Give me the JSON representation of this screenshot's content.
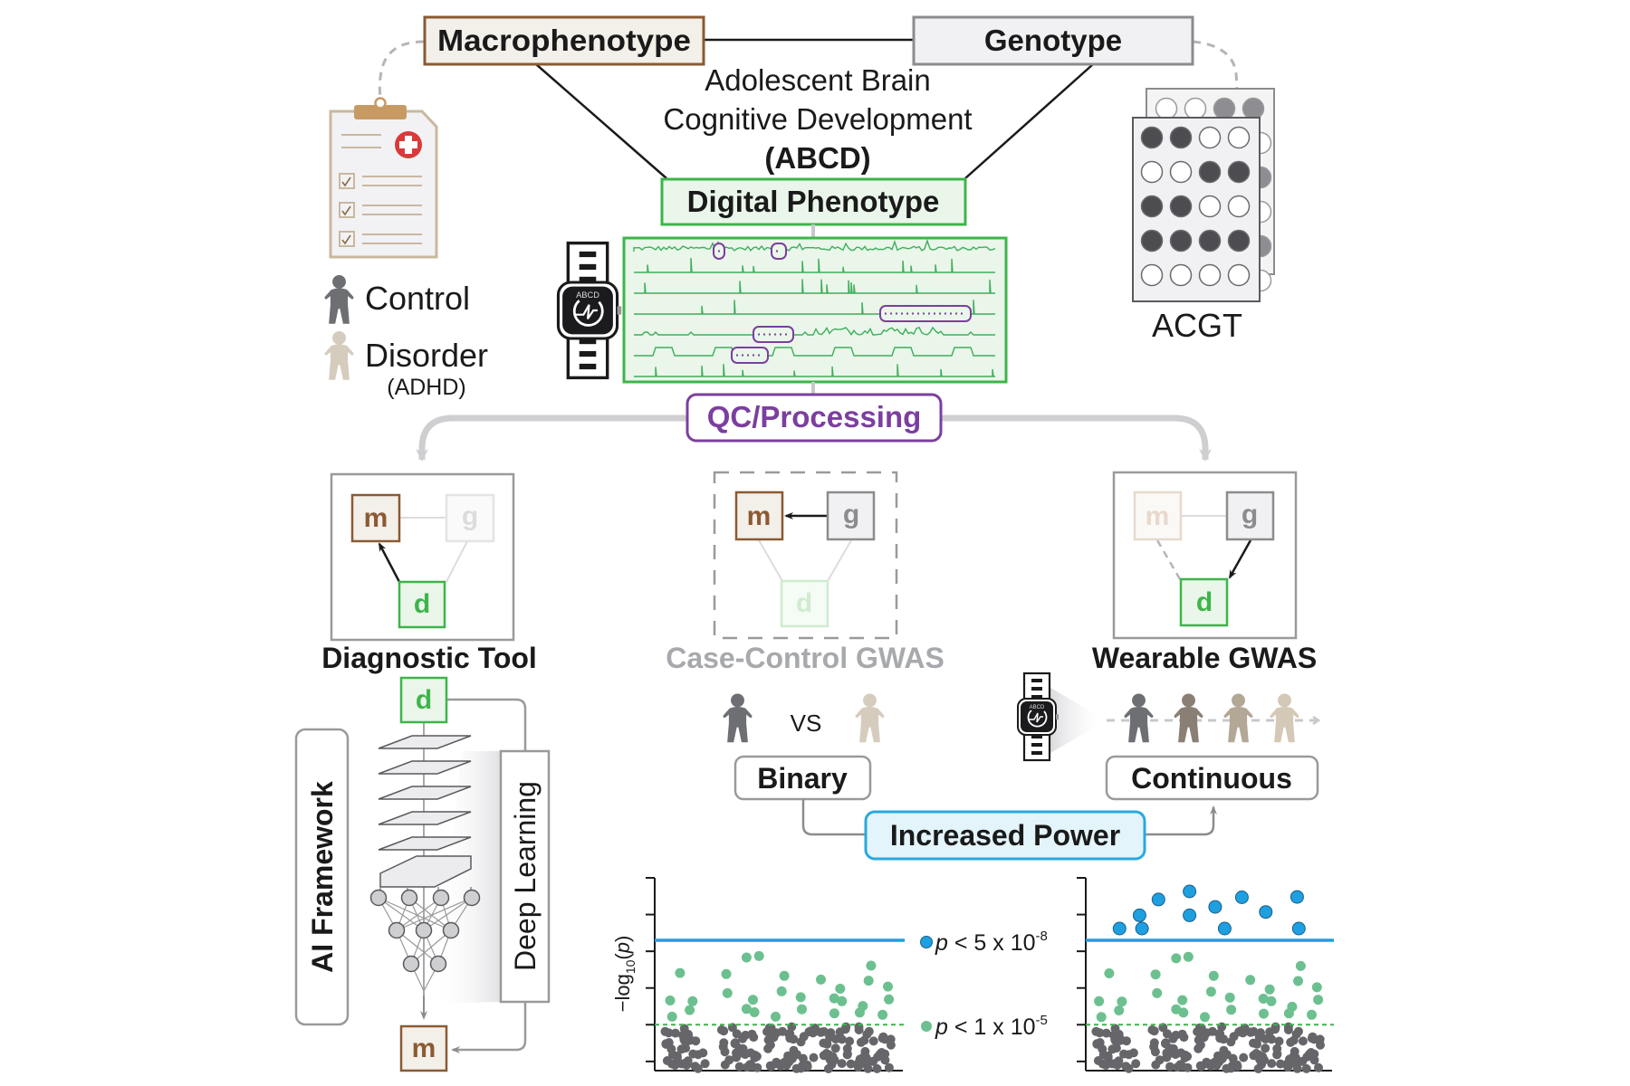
{
  "colors": {
    "macro_border": "#8b5a33",
    "macro_fill": "#f3efe9",
    "macro_text": "#8b5a33",
    "geno_border": "#8c8c8f",
    "geno_fill": "#f1f1f3",
    "digital_border": "#3db54a",
    "digital_fill": "#eaf6ea",
    "digital_text": "#3db54a",
    "trace": "#3fae5c",
    "qc": "#7b3f9e",
    "power_border": "#29a9e0",
    "power_fill": "#e3f4fb",
    "arrow_gray": "#cfcfd2",
    "control_figure": "#6e6f73",
    "disorder_figure": "#d6ccbe",
    "sig_blue": "#1e9fe0",
    "sug_green": "#6cc08f",
    "null_gray": "#66666a",
    "muted_title": "#a7a9ac"
  },
  "header": {
    "macrophenotype": "Macrophenotype",
    "genotype": "Genotype",
    "study_line1": "Adolescent Brain",
    "study_line2": "Cognitive Development",
    "study_acronym": "(ABCD)",
    "digital_phenotype": "Digital Phenotype",
    "qc_processing": "QC/Processing"
  },
  "legend": {
    "control": "Control",
    "disorder": "Disorder",
    "disorder_detail": "(ADHD)"
  },
  "genotype_card": {
    "label": "ACGT",
    "front_grid": [
      [
        1,
        1,
        0,
        0
      ],
      [
        0,
        0,
        1,
        1
      ],
      [
        1,
        1,
        0,
        0
      ],
      [
        1,
        1,
        1,
        1
      ],
      [
        0,
        0,
        0,
        0
      ]
    ],
    "back_top_row": [
      0,
      0,
      1,
      1
    ]
  },
  "watch": {
    "brand": "ABCD"
  },
  "signal_panel": {
    "rows": 7,
    "highlights": [
      {
        "row": 0,
        "from": 0.22,
        "to": 0.25
      },
      {
        "row": 0,
        "from": 0.38,
        "to": 0.42
      },
      {
        "row": 3,
        "from": 0.68,
        "to": 0.93
      },
      {
        "row": 4,
        "from": 0.33,
        "to": 0.44
      },
      {
        "row": 5,
        "from": 0.27,
        "to": 0.37
      }
    ]
  },
  "approaches": [
    {
      "title": "Diagnostic Tool",
      "nodes": {
        "m": "m",
        "g": "g",
        "d": "d"
      },
      "active": [
        "m",
        "d"
      ],
      "edge": "d→m",
      "muted": false
    },
    {
      "title": "Case-Control GWAS",
      "nodes": {
        "m": "m",
        "g": "g",
        "d": "d"
      },
      "active": [
        "m",
        "g"
      ],
      "edge": "g→m",
      "muted": true
    },
    {
      "title": "Wearable GWAS",
      "nodes": {
        "m": "m",
        "g": "g",
        "d": "d"
      },
      "active": [
        "g",
        "d"
      ],
      "edge": "g→d",
      "muted": false
    }
  ],
  "diagnostic": {
    "input": "d",
    "output": "m",
    "ai_framework": "AI Framework",
    "deep_learning": "Deep Learning"
  },
  "case_control": {
    "vs": "VS",
    "trait_type": "Binary"
  },
  "wearable": {
    "trait_type": "Continuous",
    "gradient_colors": [
      "#6e6f73",
      "#8a7f75",
      "#b3a796",
      "#d4c8b6"
    ]
  },
  "power": {
    "label": "Increased Power"
  },
  "thresholds": {
    "genome_wide": {
      "prefix": "p",
      "text": " < 5 x 10",
      "exp": "-8"
    },
    "suggestive": {
      "prefix": "p",
      "text": " < 1 x 10",
      "exp": "-5"
    }
  },
  "chart_data": [
    {
      "type": "scatter",
      "title": "Case-Control GWAS Manhattan plot",
      "xlabel": "",
      "ylabel": "-log10(p)",
      "ylim": [
        3.75,
        9.0
      ],
      "yticks": [
        4,
        5,
        6,
        7,
        8,
        9
      ],
      "xlim": [
        0,
        1
      ],
      "hlines": [
        {
          "name": "genome-wide significance",
          "y": 7.3,
          "style": "solid",
          "color": "#1e9fe0"
        },
        {
          "name": "suggestive",
          "y": 5.0,
          "style": "dashed",
          "color": "#3db54a"
        }
      ],
      "series": [
        {
          "name": "significant (p < 5e-8)",
          "color": "#1e9fe0",
          "points": []
        },
        {
          "name": "suggestive (p < 1e-5)",
          "color": "#6cc08f",
          "points": [
            [
              0.049,
              5.66
            ],
            [
              0.057,
              5.22
            ],
            [
              0.09,
              6.41
            ],
            [
              0.13,
              5.4
            ],
            [
              0.142,
              5.64
            ],
            [
              0.282,
              6.38
            ],
            [
              0.287,
              5.86
            ],
            [
              0.366,
              6.83
            ],
            [
              0.418,
              6.87
            ],
            [
              0.366,
              5.43
            ],
            [
              0.393,
              5.68
            ],
            [
              0.399,
              5.34
            ],
            [
              0.487,
              5.22
            ],
            [
              0.512,
              5.91
            ],
            [
              0.523,
              6.33
            ],
            [
              0.591,
              5.75
            ],
            [
              0.596,
              5.42
            ],
            [
              0.675,
              6.23
            ],
            [
              0.73,
              5.72
            ],
            [
              0.731,
              5.31
            ],
            [
              0.755,
              5.98
            ],
            [
              0.762,
              5.64
            ],
            [
              0.836,
              5.33
            ],
            [
              0.849,
              5.51
            ],
            [
              0.873,
              6.2
            ],
            [
              0.883,
              6.61
            ],
            [
              0.931,
              5.27
            ],
            [
              0.953,
              6.04
            ],
            [
              0.957,
              5.69
            ]
          ]
        },
        {
          "name": "not significant",
          "color": "#66666a",
          "clusters": [
            {
              "x": [
                0.02,
                0.2
              ],
              "count": 38,
              "y": [
                3.8,
                4.95
              ]
            },
            {
              "x": [
                0.26,
                0.42
              ],
              "count": 34,
              "y": [
                3.8,
                4.95
              ]
            },
            {
              "x": [
                0.45,
                0.65
              ],
              "count": 44,
              "y": [
                3.8,
                4.95
              ]
            },
            {
              "x": [
                0.67,
                0.8
              ],
              "count": 30,
              "y": [
                3.8,
                4.95
              ]
            },
            {
              "x": [
                0.83,
                0.97
              ],
              "count": 30,
              "y": [
                3.8,
                4.95
              ]
            }
          ]
        }
      ]
    },
    {
      "type": "scatter",
      "title": "Wearable GWAS Manhattan plot",
      "xlabel": "",
      "ylabel": "",
      "ylim": [
        3.75,
        9.0
      ],
      "yticks": [
        4,
        5,
        6,
        7,
        8,
        9
      ],
      "xlim": [
        0,
        1
      ],
      "hlines": [
        {
          "name": "genome-wide significance",
          "y": 7.3,
          "style": "solid",
          "color": "#1e9fe0"
        },
        {
          "name": "suggestive",
          "y": 5.0,
          "style": "dashed",
          "color": "#3db54a"
        }
      ],
      "series": [
        {
          "name": "significant (p < 5e-8)",
          "color": "#1e9fe0",
          "points": [
            [
              0.126,
              7.62
            ],
            [
              0.21,
              7.98
            ],
            [
              0.22,
              7.62
            ],
            [
              0.289,
              8.41
            ],
            [
              0.419,
              8.63
            ],
            [
              0.419,
              7.98
            ],
            [
              0.526,
              8.21
            ],
            [
              0.566,
              7.62
            ],
            [
              0.638,
              8.47
            ],
            [
              0.738,
              8.07
            ],
            [
              0.869,
              8.48
            ],
            [
              0.876,
              7.62
            ]
          ]
        },
        {
          "name": "suggestive (p < 1e-5)",
          "color": "#6cc08f",
          "points": [
            [
              0.04,
              5.64
            ],
            [
              0.05,
              5.21
            ],
            [
              0.083,
              6.4
            ],
            [
              0.124,
              5.39
            ],
            [
              0.136,
              5.63
            ],
            [
              0.277,
              6.37
            ],
            [
              0.283,
              5.86
            ],
            [
              0.363,
              6.81
            ],
            [
              0.414,
              6.85
            ],
            [
              0.363,
              5.42
            ],
            [
              0.389,
              5.67
            ],
            [
              0.393,
              5.33
            ],
            [
              0.483,
              5.21
            ],
            [
              0.509,
              5.9
            ],
            [
              0.52,
              6.33
            ],
            [
              0.588,
              5.74
            ],
            [
              0.593,
              5.41
            ],
            [
              0.673,
              6.22
            ],
            [
              0.728,
              5.71
            ],
            [
              0.729,
              5.3
            ],
            [
              0.754,
              5.96
            ],
            [
              0.761,
              5.64
            ],
            [
              0.835,
              5.31
            ],
            [
              0.848,
              5.49
            ],
            [
              0.873,
              6.19
            ],
            [
              0.884,
              6.6
            ],
            [
              0.93,
              5.27
            ],
            [
              0.952,
              6.02
            ],
            [
              0.957,
              5.68
            ]
          ]
        },
        {
          "name": "not significant",
          "color": "#66666a",
          "clusters": [
            {
              "x": [
                0.02,
                0.2
              ],
              "count": 38,
              "y": [
                3.8,
                4.95
              ]
            },
            {
              "x": [
                0.26,
                0.42
              ],
              "count": 34,
              "y": [
                3.8,
                4.95
              ]
            },
            {
              "x": [
                0.45,
                0.65
              ],
              "count": 44,
              "y": [
                3.8,
                4.95
              ]
            },
            {
              "x": [
                0.67,
                0.8
              ],
              "count": 30,
              "y": [
                3.8,
                4.95
              ]
            },
            {
              "x": [
                0.83,
                0.97
              ],
              "count": 30,
              "y": [
                3.8,
                4.95
              ]
            }
          ]
        }
      ]
    }
  ]
}
